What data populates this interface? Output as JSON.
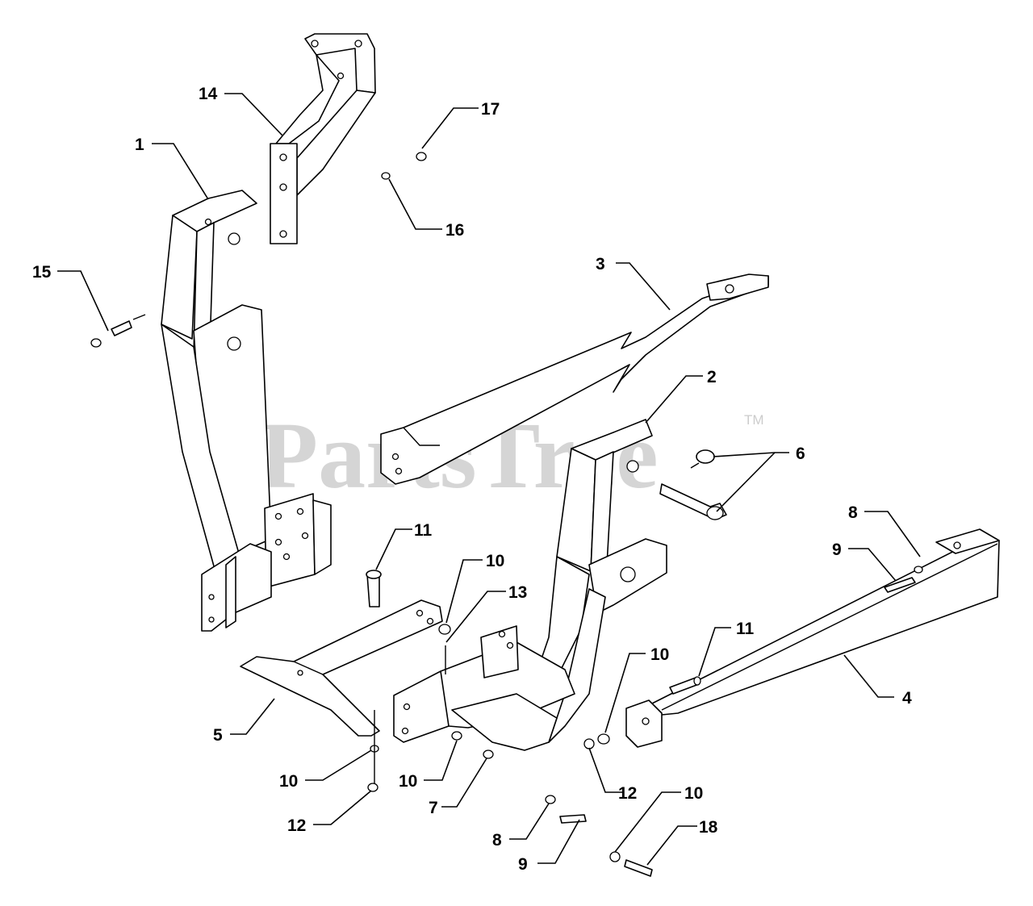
{
  "watermark": {
    "brand": "PartsTree",
    "trademark": "TM"
  },
  "callouts": [
    {
      "id": "c14",
      "label": "14"
    },
    {
      "id": "c17",
      "label": "17"
    },
    {
      "id": "c1",
      "label": "1"
    },
    {
      "id": "c16",
      "label": "16"
    },
    {
      "id": "c15",
      "label": "15"
    },
    {
      "id": "c3",
      "label": "3"
    },
    {
      "id": "c2",
      "label": "2"
    },
    {
      "id": "c6",
      "label": "6"
    },
    {
      "id": "c8a",
      "label": "8"
    },
    {
      "id": "c9a",
      "label": "9"
    },
    {
      "id": "c11a",
      "label": "11"
    },
    {
      "id": "c10a",
      "label": "10"
    },
    {
      "id": "c13",
      "label": "13"
    },
    {
      "id": "c11b",
      "label": "11"
    },
    {
      "id": "c10b",
      "label": "10"
    },
    {
      "id": "c4",
      "label": "4"
    },
    {
      "id": "c5",
      "label": "5"
    },
    {
      "id": "c10c",
      "label": "10"
    },
    {
      "id": "c10d",
      "label": "10"
    },
    {
      "id": "c7",
      "label": "7"
    },
    {
      "id": "c12a",
      "label": "12"
    },
    {
      "id": "c12b",
      "label": "12"
    },
    {
      "id": "c8b",
      "label": "8"
    },
    {
      "id": "c9b",
      "label": "9"
    },
    {
      "id": "c10e",
      "label": "10"
    },
    {
      "id": "c18",
      "label": "18"
    }
  ]
}
